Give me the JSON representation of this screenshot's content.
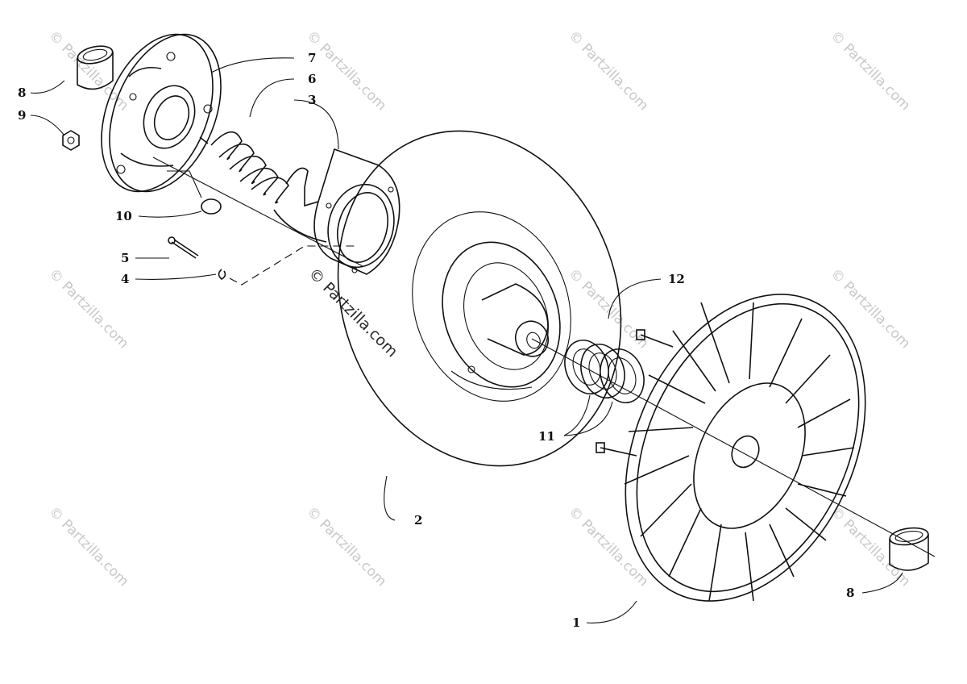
{
  "watermarks": {
    "main": "© Partzilla.com",
    "tile": "© Partzilla.com"
  },
  "callouts": {
    "c1": "1",
    "c2": "2",
    "c3": "3",
    "c4": "4",
    "c5": "5",
    "c6": "6",
    "c7": "7",
    "c8a": "8",
    "c8b": "8",
    "c9": "9",
    "c10": "10",
    "c11": "11",
    "c12": "12"
  },
  "colors": {
    "ink": "#111111",
    "watermark": "#c8c8c8",
    "background": "#ffffff"
  }
}
